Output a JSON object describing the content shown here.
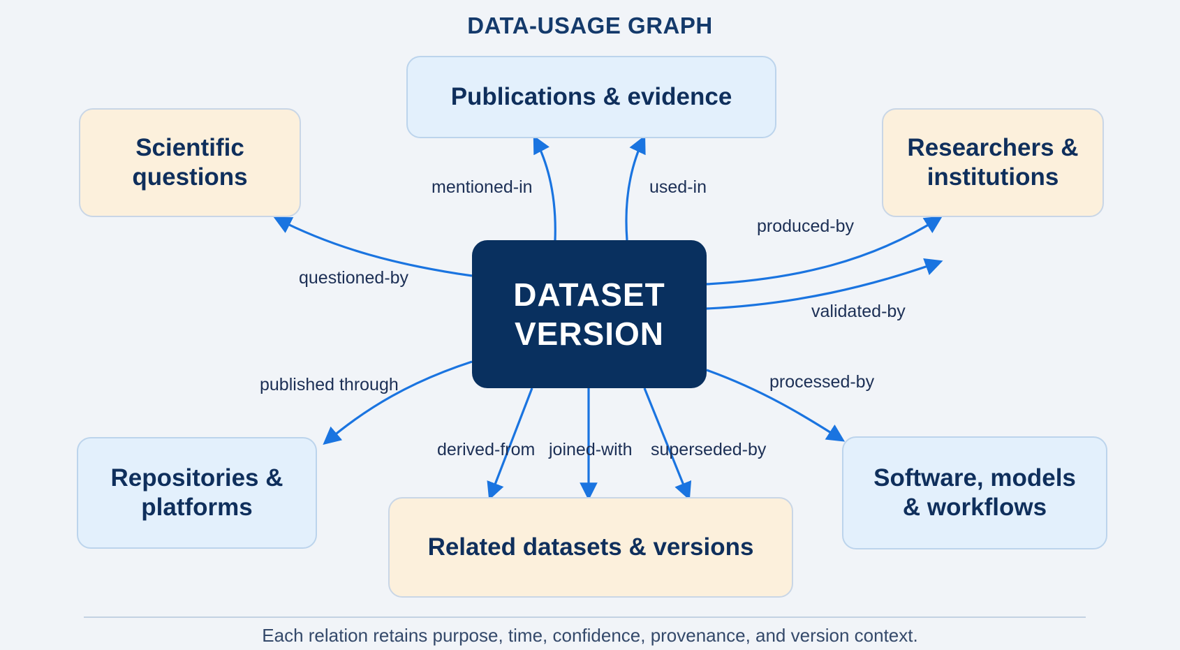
{
  "title": "DATA-USAGE GRAPH",
  "center": {
    "line1": "DATASET",
    "line2": "VERSION"
  },
  "nodes": {
    "publications": {
      "line1": "Publications & evidence"
    },
    "scientific_questions": {
      "line1": "Scientific",
      "line2": "questions"
    },
    "researchers": {
      "line1": "Researchers &",
      "line2": "institutions"
    },
    "repositories": {
      "line1": "Repositories &",
      "line2": "platforms"
    },
    "related_datasets": {
      "line1": "Related datasets & versions"
    },
    "software": {
      "line1": "Software, models",
      "line2": "& workflows"
    }
  },
  "edges": {
    "mentioned_in": "mentioned-in",
    "used_in": "used-in",
    "questioned_by": "questioned-by",
    "produced_by": "produced-by",
    "validated_by": "validated-by",
    "published_through": "published through",
    "derived_from": "derived-from",
    "joined_with": "joined-with",
    "superseded_by": "superseded-by",
    "processed_by": "processed-by"
  },
  "footer": "Each relation retains purpose, time, confidence, provenance, and version context.",
  "colors": {
    "arrow": "#1a74e0",
    "center_fill": "#09305f",
    "blue_node": "#e3f0fc",
    "cream_node": "#fcf0dc",
    "text_dark": "#0f2f5c"
  }
}
